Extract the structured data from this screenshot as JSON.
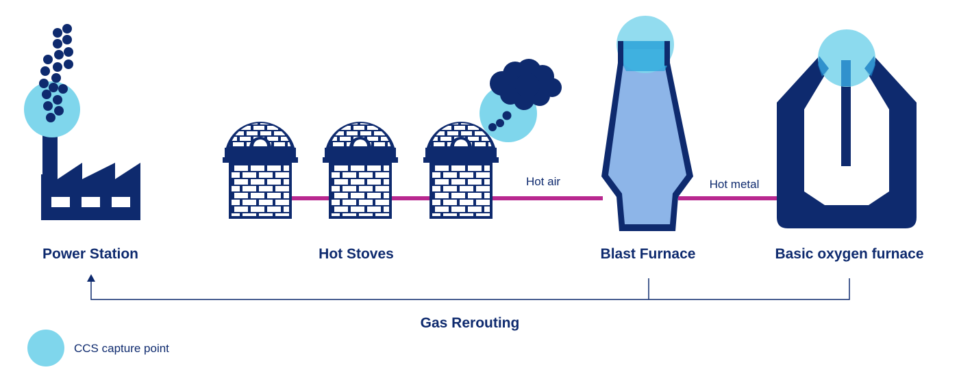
{
  "labels": {
    "power_station": "Power Station",
    "hot_stoves": "Hot Stoves",
    "blast_furnace": "Blast Furnace",
    "basic_oxygen_furnace": "Basic oxygen furnace",
    "gas_rerouting": "Gas Rerouting",
    "hot_air": "Hot air",
    "hot_metal": "Hot metal"
  },
  "legend": {
    "ccs_capture_point": "CCS capture point"
  },
  "colors": {
    "navy": "#0e2a6e",
    "ccs_cyan": "#7fd6ec",
    "flow_magenta": "#b8288f",
    "furnace_fill": "#8db5e8"
  },
  "icons": [
    "factory-icon",
    "smoke-icon",
    "stove-icon",
    "cloud-icon",
    "blast-furnace-icon",
    "oxygen-furnace-icon"
  ]
}
